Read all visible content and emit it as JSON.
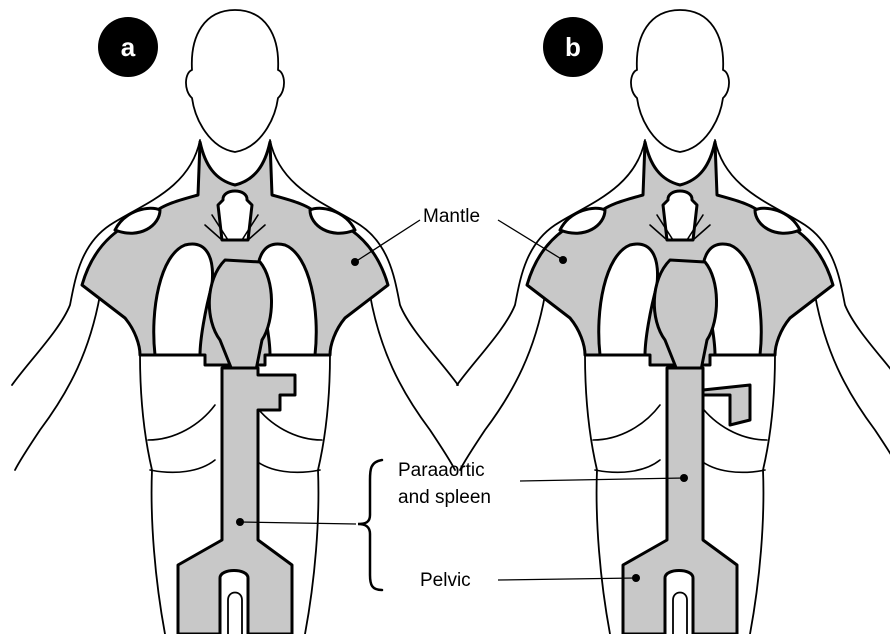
{
  "panels": [
    {
      "badge": "a"
    },
    {
      "badge": "b"
    }
  ],
  "labels": {
    "mantle": "Mantle",
    "paraaortic_line1": "Paraaortic",
    "paraaortic_line2": "and spleen",
    "pelvic": "Pelvic"
  },
  "colors": {
    "field_fill": "#c8c8c8",
    "outline": "#000000",
    "badge": "#000000"
  }
}
